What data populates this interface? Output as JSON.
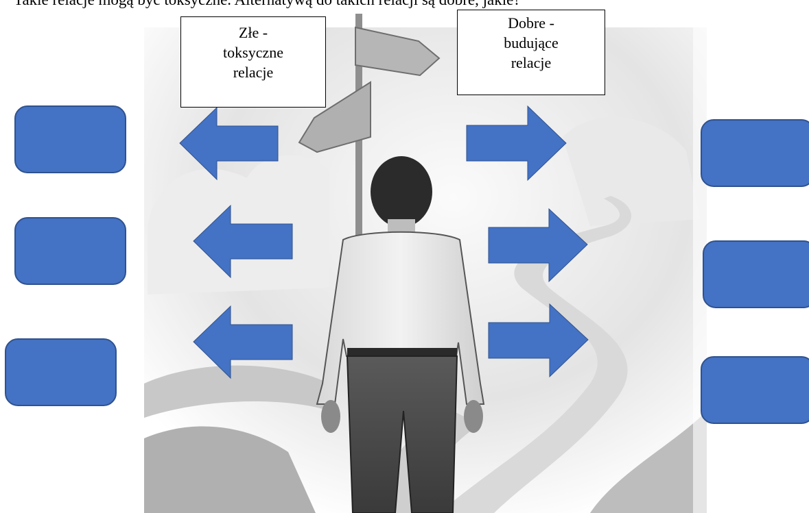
{
  "top_text": "Takie relacje mogą być toksyczne. Alternatywą do takich relacji są dobre, jakie?",
  "boxes": {
    "bad": {
      "lines": [
        "Złe -",
        "toksyczne",
        "relacje"
      ]
    },
    "good": {
      "lines": [
        "Dobre -",
        "budujące",
        "relacje"
      ]
    }
  },
  "colors": {
    "shape_fill": "#4472c4",
    "shape_stroke": "#2f528f",
    "ink": "#000000"
  },
  "illustration": "person-at-crossroads-icon"
}
